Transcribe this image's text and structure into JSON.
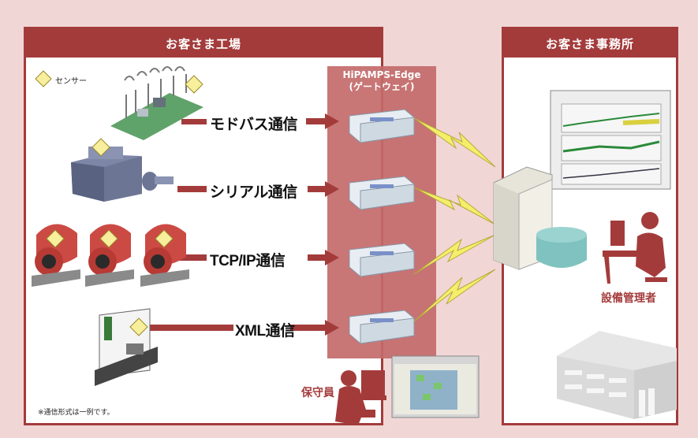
{
  "factory_panel": {
    "title": "お客さま工場"
  },
  "office_panel": {
    "title": "お客さま事務所"
  },
  "legend": {
    "sensor_label": "センサー"
  },
  "gateway": {
    "title_line1": "HiPAMPS-Edge",
    "title_line2": "(ゲートウェイ)"
  },
  "protocols": [
    "モドバス通信",
    "シリアル通信",
    "TCP/IP通信",
    "XML通信"
  ],
  "roles": {
    "maintenance": "保守員",
    "facility_manager": "設備管理者"
  },
  "footnote": "※通信形式は一例です。",
  "colors": {
    "brand_red": "#a43b3b",
    "bg_pink": "#f1d6d6",
    "gateway_band": "#c36a6a",
    "lightning": "#f3ef6a",
    "sensor": "#f7ef9c"
  }
}
